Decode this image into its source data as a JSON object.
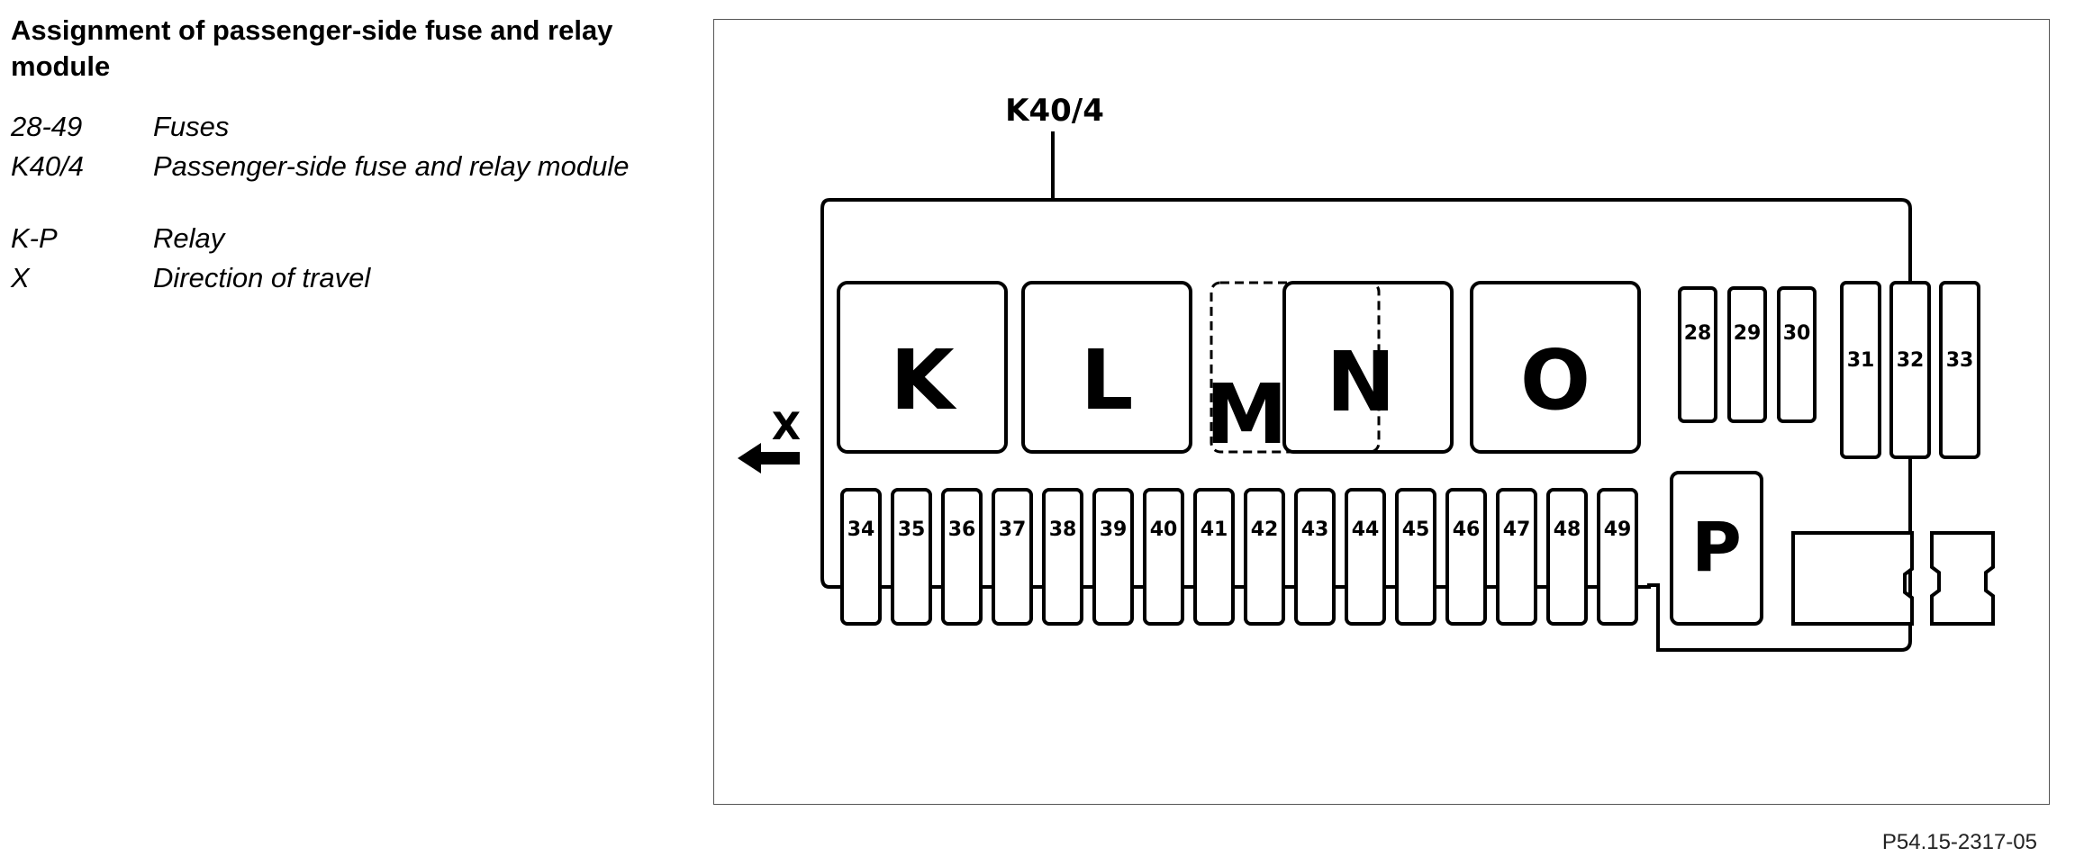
{
  "legend": {
    "title": "Assignment of passenger-side fuse and relay module",
    "entries": [
      {
        "key": "28-49",
        "value": "Fuses"
      },
      {
        "key": "K40/4",
        "value": "Passenger-side fuse and relay module"
      },
      {
        "key": "K-P",
        "value": "Relay"
      },
      {
        "key": "X",
        "value": "Direction of travel"
      }
    ]
  },
  "diagram": {
    "module_label": "K40/4",
    "direction_label": "X",
    "relays": [
      "K",
      "L",
      "M",
      "N",
      "O",
      "P"
    ],
    "fuses_top_small": [
      "28",
      "29",
      "30"
    ],
    "fuses_top_large": [
      "31",
      "32",
      "33"
    ],
    "fuses_bottom": [
      "34",
      "35",
      "36",
      "37",
      "38",
      "39",
      "40",
      "41",
      "42",
      "43",
      "44",
      "45",
      "46",
      "47",
      "48",
      "49"
    ]
  },
  "reference_code": "P54.15-2317-05"
}
